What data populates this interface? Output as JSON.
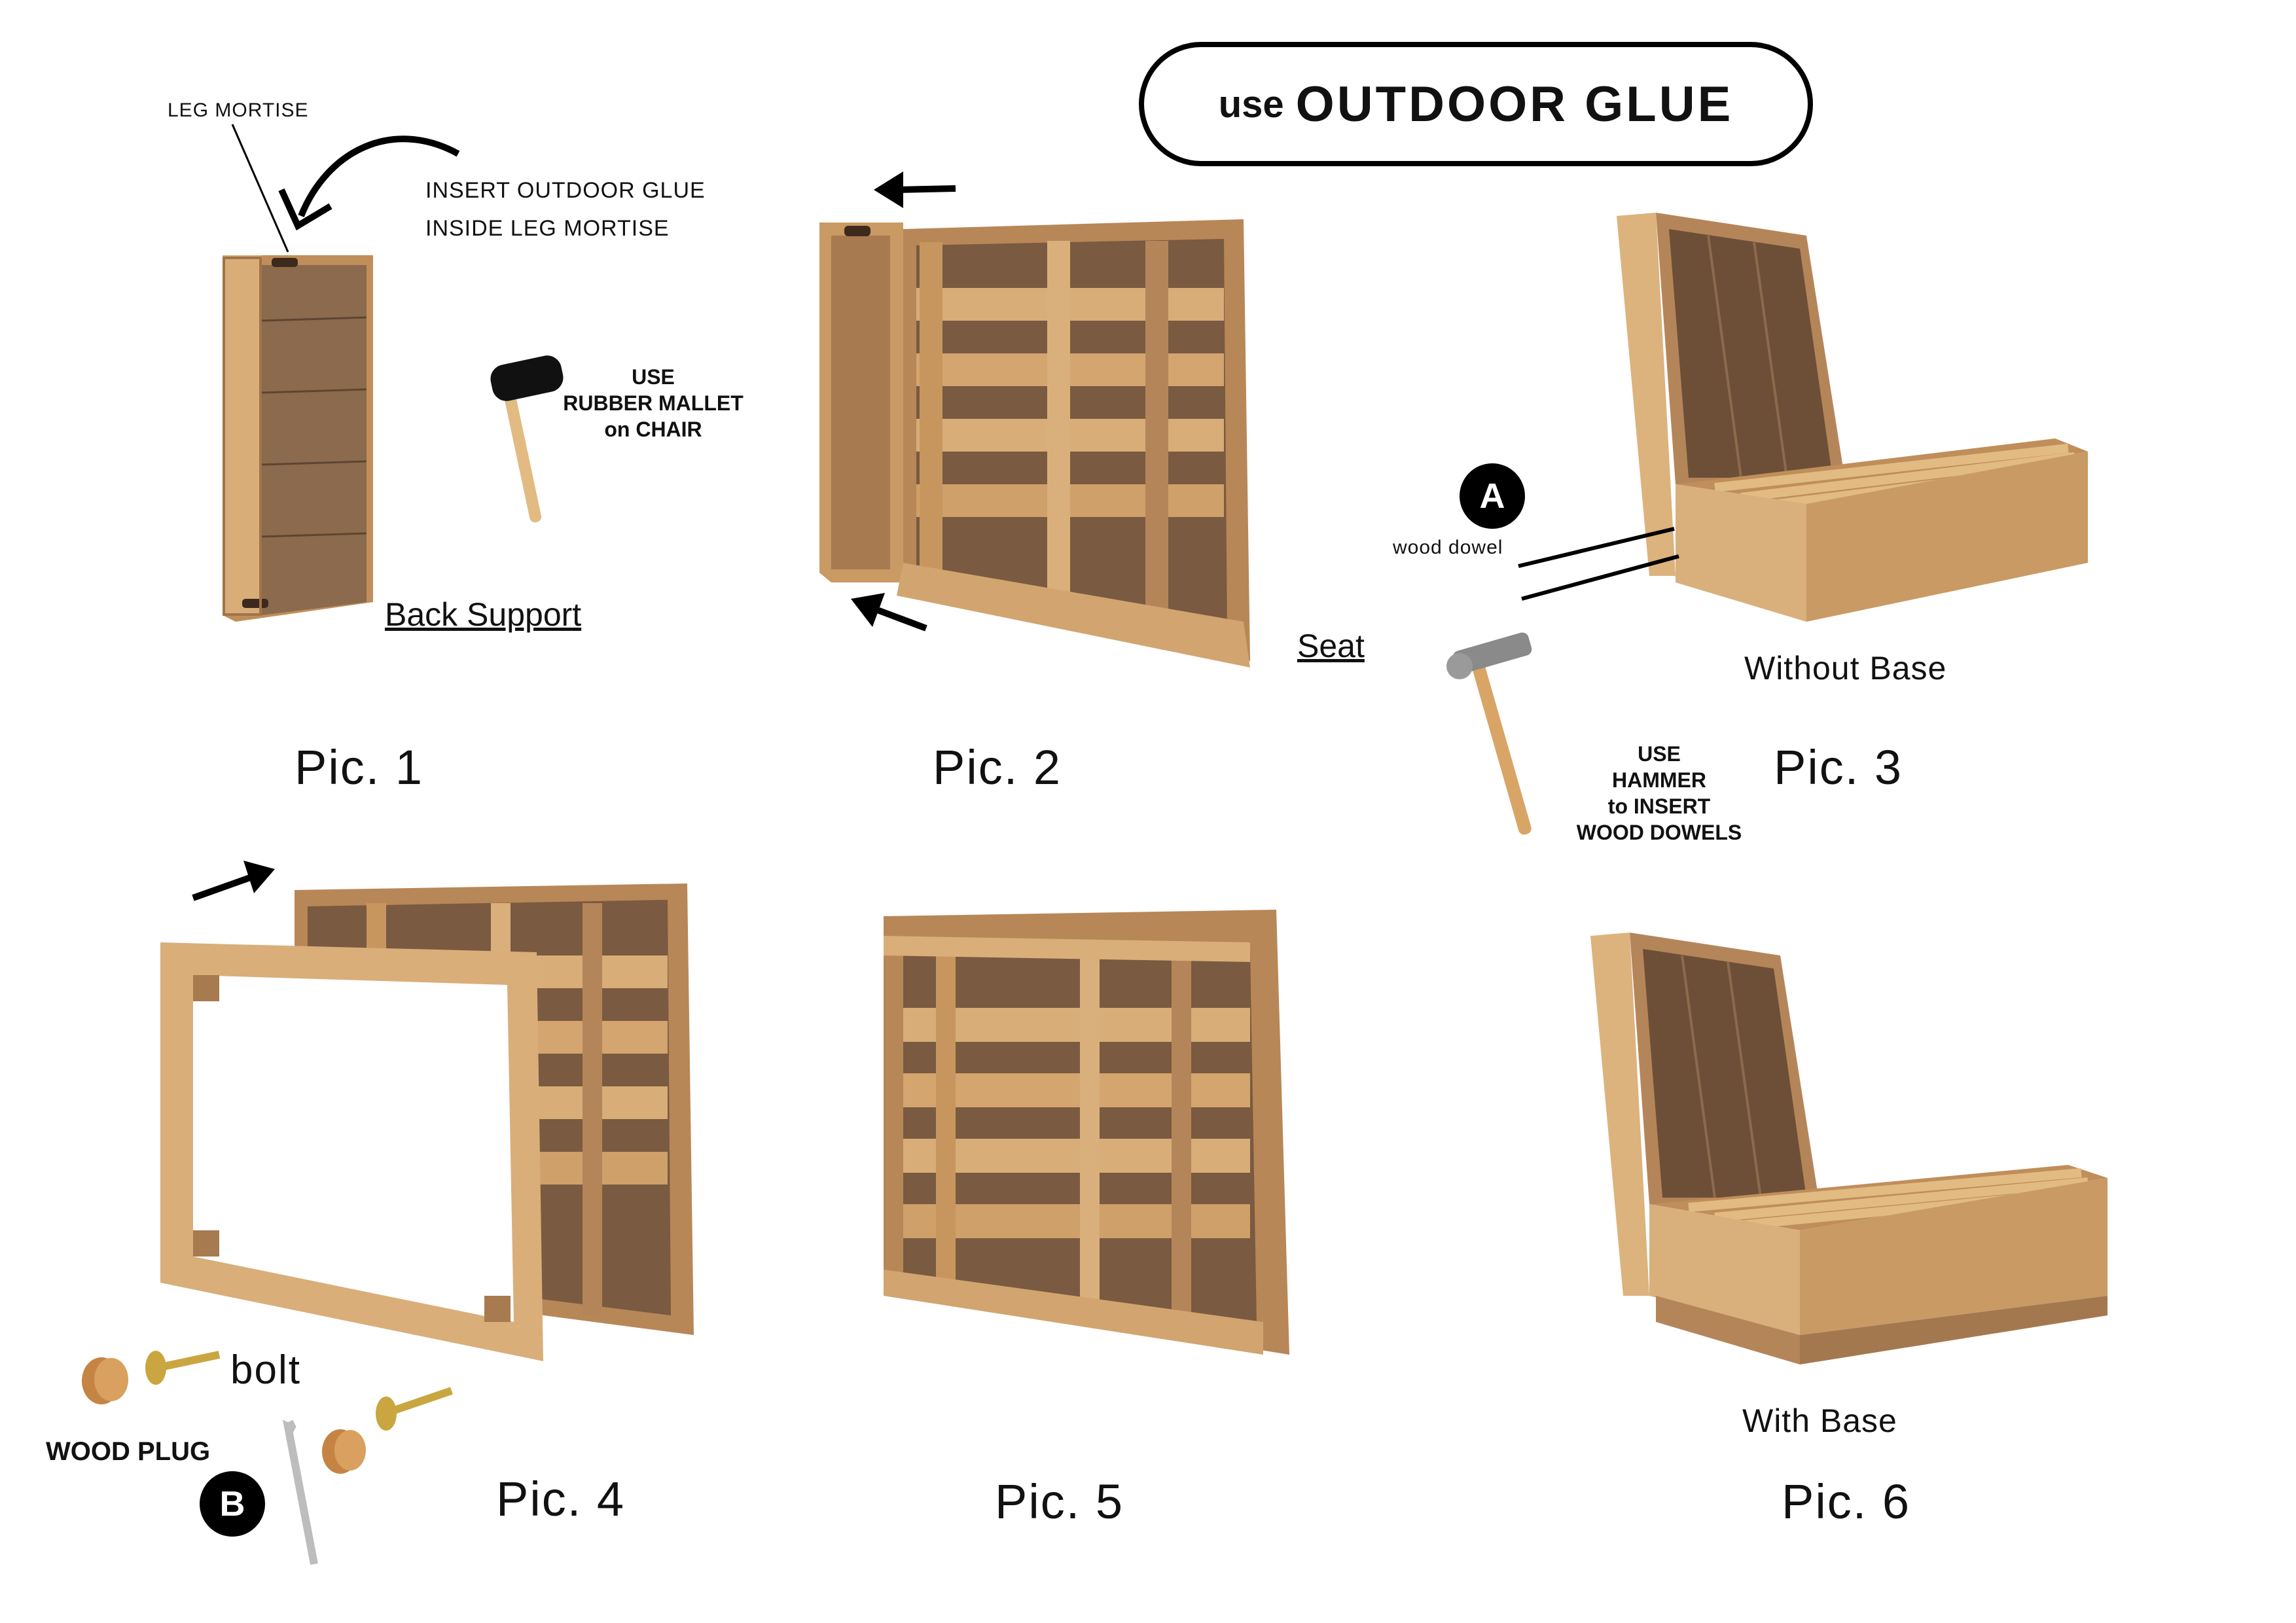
{
  "glue_banner": {
    "prefix": "use",
    "emphasis": "OUTDOOR GLUE"
  },
  "pic1": {
    "label": "Pic. 1",
    "caption": "Back Support",
    "callout_mortise": "LEG MORTISE",
    "instruction_line1": "INSERT OUTDOOR GLUE",
    "instruction_line2": "INSIDE LEG MORTISE",
    "mallet_line1": "USE",
    "mallet_line2": "RUBBER MALLET",
    "mallet_line3": "on CHAIR"
  },
  "pic2": {
    "label": "Pic. 2",
    "caption": "Seat"
  },
  "pic3": {
    "label": "Pic. 3",
    "caption": "Without Base",
    "badge": "A",
    "dowel_label": "wood dowel",
    "hammer_line1": "USE",
    "hammer_line2": "HAMMER",
    "hammer_line3": "to INSERT",
    "hammer_line4": "WOOD DOWELS"
  },
  "pic4": {
    "label": "Pic. 4",
    "bolt_label": "bolt",
    "plug_label": "WOOD PLUG",
    "badge": "B"
  },
  "pic5": {
    "label": "Pic. 5"
  },
  "pic6": {
    "label": "Pic. 6",
    "caption": "With Base"
  },
  "colors": {
    "wood_light": "#d8ad78",
    "wood_mid": "#c08e5a",
    "wood_dark": "#7a5a40",
    "ink": "#000000",
    "brass": "#c9a640"
  }
}
